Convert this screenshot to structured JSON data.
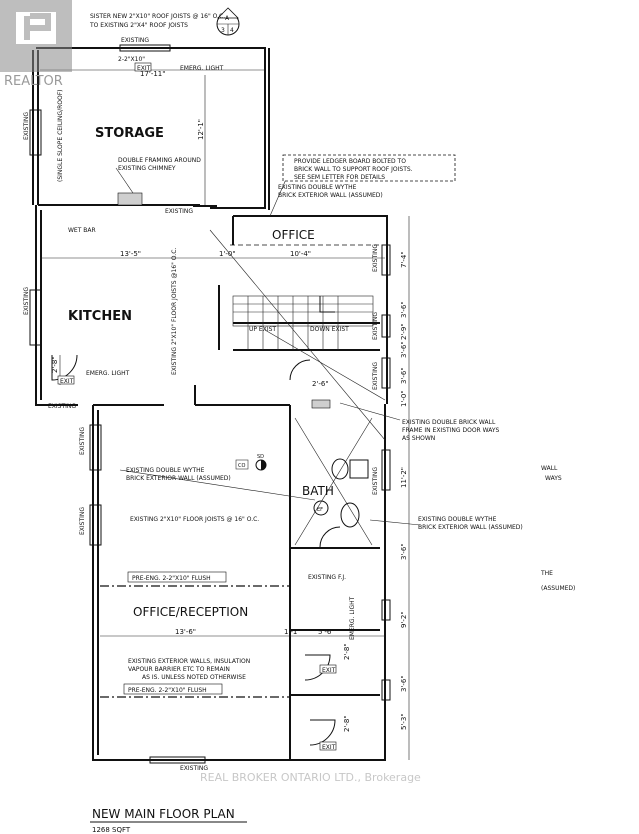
{
  "notes": {
    "roof_joists": "SISTER NEW 2\"X10\" ROOF JOISTS @ 16\" O.C.",
    "roof_joists_2": "TO EXISTING 2\"X4\" ROOF JOISTS",
    "header_2x10": "2-2\"X10\"",
    "chimney": "DOUBLE FRAMING AROUND",
    "chimney_2": "EXISTING CHIMNEY",
    "ceiling": "(SINGLE SLOPE CEILING/ROOF)",
    "ledger_1": "PROVIDE LEDGER BOARD BOLTED TO",
    "ledger_2": "BRICK WALL TO SUPPORT ROOF JOISTS.",
    "ledger_3": "SEE SEM LETTER FOR DETAILS",
    "double_wythe_1": "EXISTING DOUBLE WYTHE",
    "double_wythe_2": "BRICK EXTERIOR WALL (ASSUMED)",
    "floor_joists_kitchen": "EXISTING 2\"X10\" FLOOR JOISTS @16\" O.C.",
    "double_brick_1": "EXISTING DOUBLE BRICK WALL",
    "double_brick_2": "FRAME IN EXISTING DOOR WAYS",
    "double_brick_3": "AS SHOWN",
    "double_wythe_left_1": "EXISTING DOUBLE WYTHE",
    "double_wythe_left_2": "BRICK EXTERIOR WALL (ASSUMED)",
    "floor_joists_main": "EXISTING 2\"X10\" FLOOR JOISTS @ 16\" O.C.",
    "double_wythe_right_1": "EXISTING DOUBLE WYTHE",
    "double_wythe_right_2": "BRICK EXTERIOR WALL (ASSUMED)",
    "beam_1": "PRE-ENG. 2-2\"X10\" FLUSH",
    "beam_2": "PRE-ENG. 2-2\"X10\" FLUSH",
    "existing_fj": "EXISTING F.J.",
    "walls_1": "EXISTING EXTERIOR WALLS, INSULATION",
    "walls_2": "VAPOUR BARRIER ETC TO REMAIN",
    "walls_3": "AS IS. UNLESS NOTED OTHERWISE",
    "cutoff_wall": "WALL",
    "cutoff_ways": "WAYS",
    "cutoff_the": "THE",
    "cutoff_assumed": "(ASSUMED)"
  },
  "labels": {
    "existing": "EXISTING",
    "exit": "EXIT",
    "emerg_light": "EMERG. LIGHT",
    "wet_bar": "WET BAR",
    "up_exist": "UP EXIST",
    "down_exist": "DOWN EXIST",
    "co": "CO",
    "sd": "SD",
    "ef": "EF"
  },
  "rooms": {
    "storage": "STORAGE",
    "office": "OFFICE",
    "kitchen": "KITCHEN",
    "bath": "BATH",
    "office_reception": "OFFICE/RECEPTION"
  },
  "dimensions": {
    "storage_width": "17'-11\"",
    "storage_depth": "12'-1\"",
    "kitchen_width": "13'-5\"",
    "office_offset": "1'-0\"",
    "office_width": "10'-4\"",
    "door_left": "2'-8\"",
    "door_hall": "2'-6\"",
    "reception_width": "13'-6\"",
    "gap": "1'-1\"",
    "bath_width": "5'-6\"",
    "door_exit_1": "2'-8\"",
    "door_exit_2": "2'-8\"",
    "r1": "7'-4\"",
    "r2": "3'-6\"",
    "r3": "2'-9\"",
    "r4": "3'-6\"",
    "r5": "3'-6\"",
    "r6": "1'-0\"",
    "r7": "11'-2\"",
    "r8": "3'-6\"",
    "r9": "9'-2\"",
    "r10": "3'-6\"",
    "r11": "5'-3\""
  },
  "north_arrow": {
    "letter": "A",
    "left": "3",
    "right": "4"
  },
  "title": "NEW MAIN FLOOR PLAN",
  "area": "1268 SQFT",
  "watermark": {
    "logo_text": "REALTOR",
    "brokerage": "REAL BROKER ONTARIO LTD., Brokerage"
  }
}
